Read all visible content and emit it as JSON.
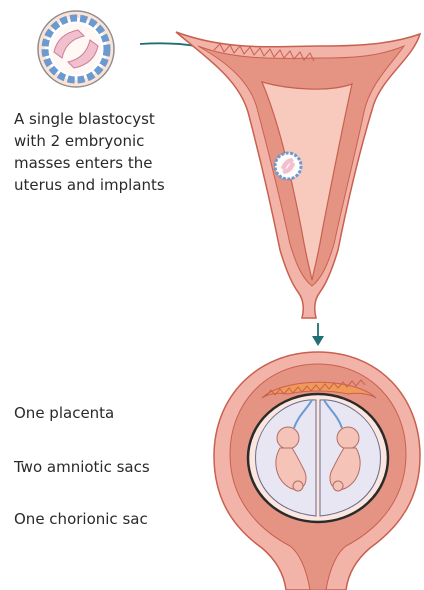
{
  "caption": {
    "line1": "A single blastocyst",
    "line2": "with 2 embryonic",
    "line3": "masses enters the",
    "line4": "uterus and implants"
  },
  "labels": {
    "placenta": "One placenta",
    "amniotic": "Two amniotic sacs",
    "chorionic": "One chorionic sac"
  },
  "icons": [
    "blastocyst-icon",
    "uterus-icon",
    "arrow-icon",
    "pregnant-uterus-icon",
    "fetus-icon"
  ],
  "colors": {
    "uterine_wall": "#f2b4a8",
    "uterine_inner": "#e5907f",
    "cavity_lining": "#c9604f",
    "placenta": "#ef9a58",
    "chorion_outline": "#2b2b2b",
    "amnion_fill": "#e8e6f3",
    "fetus": "#f6c3b8",
    "arrow": "#1f6f75",
    "blastocyst_cells": "#a9c8e6"
  }
}
